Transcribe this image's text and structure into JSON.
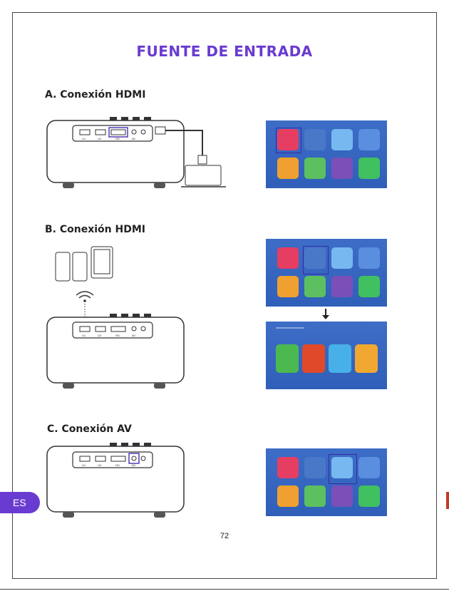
{
  "page": {
    "title": "FUENTE DE ENTRADA",
    "language_tab": "ES",
    "page_number": "72"
  },
  "sections": {
    "a": "A. Conexión HDMI",
    "b": "B. Conexión HDMI",
    "c": "C. Conexión AV"
  },
  "ports": [
    "U1",
    "U2",
    "HD",
    "AV"
  ],
  "colors": {
    "title": "#6a3bd0",
    "screen_bg": "#3d6dc6",
    "highlight": "#3a2aa8",
    "tab": "#6a3bd0"
  },
  "menu_tiles": [
    {
      "icon": "input-source-icon",
      "color": "#e63e63"
    },
    {
      "icon": "screen-mirror-icon",
      "color": "#4a78c8"
    },
    {
      "icon": "settings-sun-icon",
      "color": "#78b8f0"
    },
    {
      "icon": "gear-icon",
      "color": "#5a8fe0"
    },
    {
      "icon": "game-icon",
      "color": "#f0a030"
    },
    {
      "icon": "music-icon",
      "color": "#5cc060"
    },
    {
      "icon": "photo-icon",
      "color": "#7a50b8"
    },
    {
      "icon": "video-icon",
      "color": "#40c060"
    }
  ],
  "mirror_tiles": [
    {
      "icon": "android-mirror-icon",
      "color": "#4cb850"
    },
    {
      "icon": "ios-mirror-icon",
      "color": "#e04a2a"
    },
    {
      "icon": "miracast-icon",
      "color": "#48b0e8"
    },
    {
      "icon": "dlna-icon",
      "color": "#f0a830"
    }
  ]
}
